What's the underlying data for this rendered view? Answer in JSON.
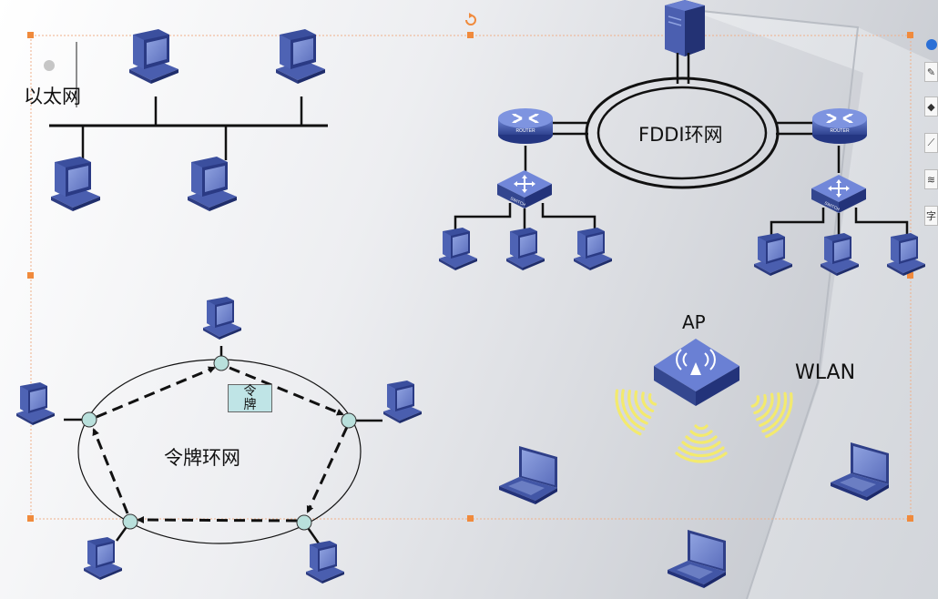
{
  "labels": {
    "ethernet": "以太网",
    "fddi": "FDDI环网",
    "token_ring": "令牌环网",
    "token": "令\n牌",
    "ap": "AP",
    "wlan": "WLAN",
    "router_text": "ROUTER",
    "switch_text": "SWITCH"
  },
  "toolbar": {
    "items": [
      "zoom-out-icon",
      "edit-pen-icon",
      "fill-bucket-icon",
      "line-edit-icon",
      "layers-icon",
      "text-icon"
    ],
    "text_tool_label": "字"
  },
  "colors": {
    "device_blue": "#3b4f9e",
    "device_light": "#6f83c9",
    "device_dark": "#1f2d6b",
    "node_fill": "#b9e0dc",
    "wifi_yellow": "#f2e86a",
    "selection": "#f08a3c",
    "page_fold": "#c8ccd3"
  }
}
